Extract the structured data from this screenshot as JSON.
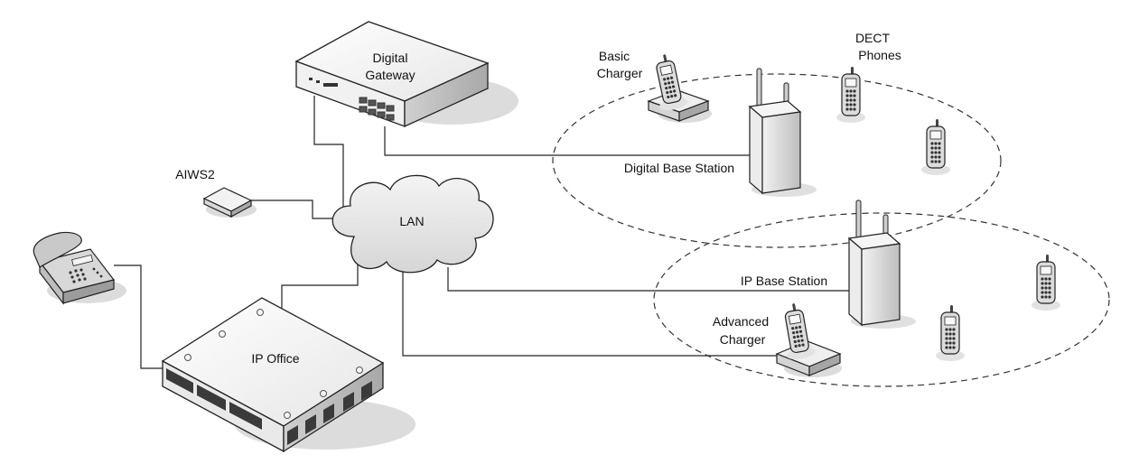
{
  "labels": {
    "digital_gateway": [
      "Digital",
      "Gateway"
    ],
    "basic_charger": [
      "Basic",
      "Charger"
    ],
    "dect_phones": [
      "DECT",
      "Phones"
    ],
    "digital_base_station": "Digital Base Station",
    "aiws2": "AIWS2",
    "lan": "LAN",
    "ip_base_station": "IP Base Station",
    "advanced_charger": [
      "Advanced",
      "Charger"
    ],
    "ip_office": "IP Office"
  },
  "icons": {
    "gateway": "digital-gateway-icon",
    "aiws": "aiws2-icon",
    "cloud": "lan-cloud-icon",
    "deskphone": "desk-phone-icon",
    "ipoffice": "ip-office-unit-icon",
    "base_station": "base-station-icon",
    "handset": "dect-handset-icon",
    "charger": "charger-icon"
  }
}
